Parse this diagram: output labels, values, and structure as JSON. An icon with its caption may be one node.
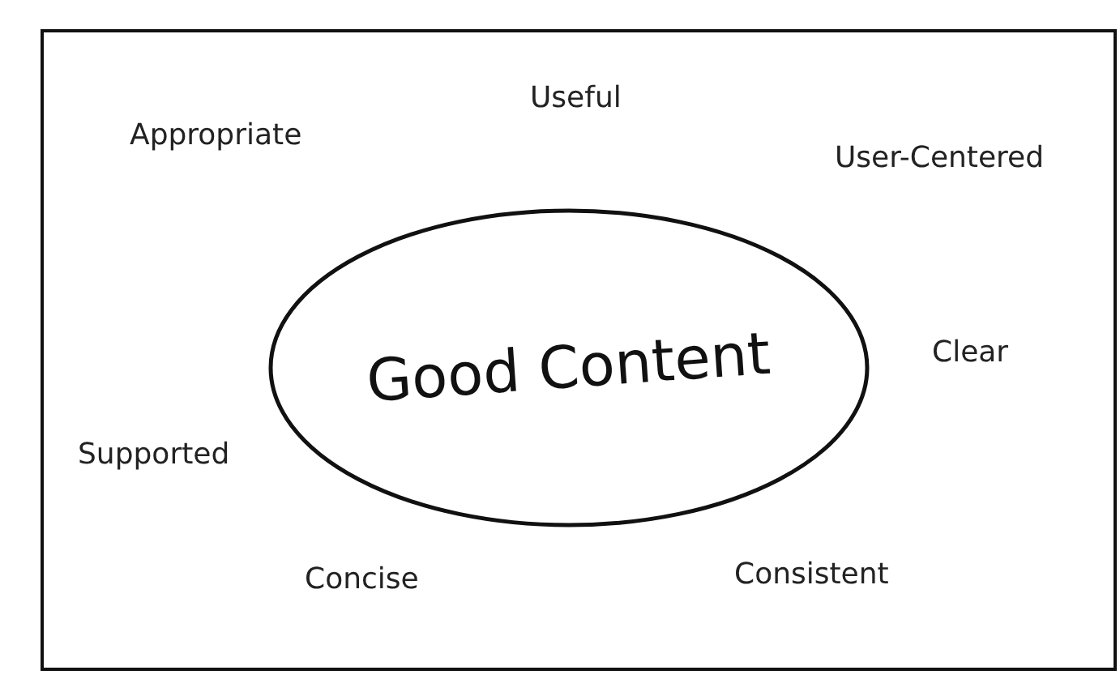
{
  "diagram": {
    "nodes": [
      {
        "text": [
          "Good Content"
        ]
      }
    ],
    "labels": [
      "Useful",
      "Appropriate",
      "User-Centered",
      "Clear",
      "Supported",
      "Concise",
      "Consistent"
    ]
  }
}
